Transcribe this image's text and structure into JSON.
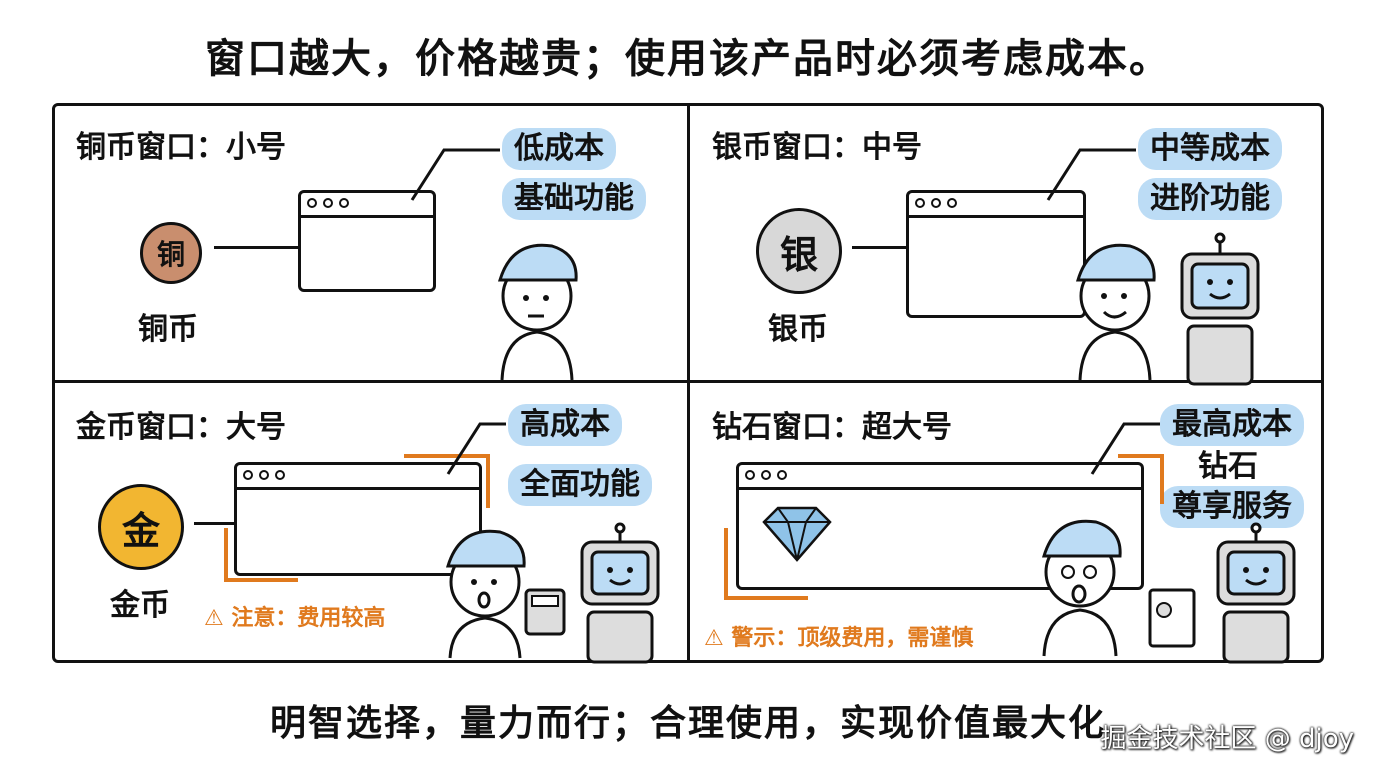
{
  "header": {
    "title": "窗口越大，价格越贵；使用该产品时必须考虑成本。"
  },
  "footer": {
    "text": "明智选择，量力而行；合理使用，实现价值最大化",
    "watermark": "掘金技术社区 @ djoy"
  },
  "panels": [
    {
      "title": "铜币窗口：小号",
      "coin_glyph": "铜",
      "coin_label": "铜币",
      "tags": [
        "低成本",
        "基础功能"
      ]
    },
    {
      "title": "银币窗口：中号",
      "coin_glyph": "银",
      "coin_label": "银币",
      "tags": [
        "中等成本",
        "进阶功能"
      ]
    },
    {
      "title": "金币窗口：大号",
      "coin_glyph": "金",
      "coin_label": "金币",
      "tags": [
        "高成本",
        "全面功能"
      ],
      "warning": "注意：费用较高"
    },
    {
      "title": "钻石窗口：超大号",
      "tags": [
        "最高成本",
        "钻石",
        "尊享服务"
      ],
      "warning": "警示：顶级费用，需谨慎"
    }
  ],
  "colors": {
    "copper": "#c98e6e",
    "silver": "#d8d8d8",
    "gold": "#f2b631",
    "tag_bg": "#bcdcf5",
    "warning": "#e07a1e",
    "diamond": "#8fc3e8"
  }
}
